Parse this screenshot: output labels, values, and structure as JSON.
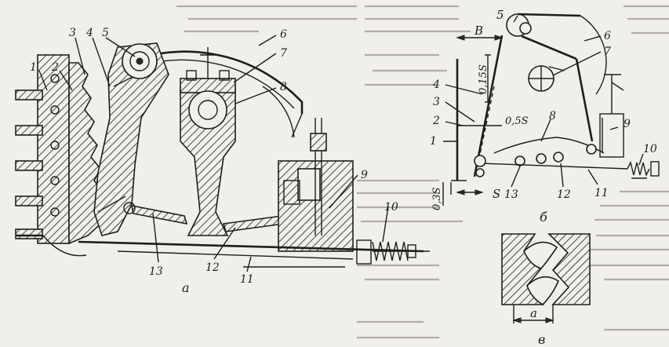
{
  "figure_a": {
    "caption": "а",
    "part_labels": [
      "1",
      "2",
      "3",
      "4",
      "5",
      "6",
      "7",
      "8",
      "9",
      "10",
      "11",
      "12",
      "13"
    ]
  },
  "figure_b": {
    "caption": "б",
    "part_labels": [
      "1",
      "2",
      "3",
      "4",
      "5",
      "6",
      "7",
      "8",
      "9",
      "10",
      "11",
      "12",
      "13"
    ],
    "dimensions": {
      "b": "B",
      "s015": "0,15S",
      "s05": "0,5S",
      "s": "S",
      "s03": "0,3S"
    }
  },
  "figure_c": {
    "caption": "в",
    "dimension": "a"
  }
}
